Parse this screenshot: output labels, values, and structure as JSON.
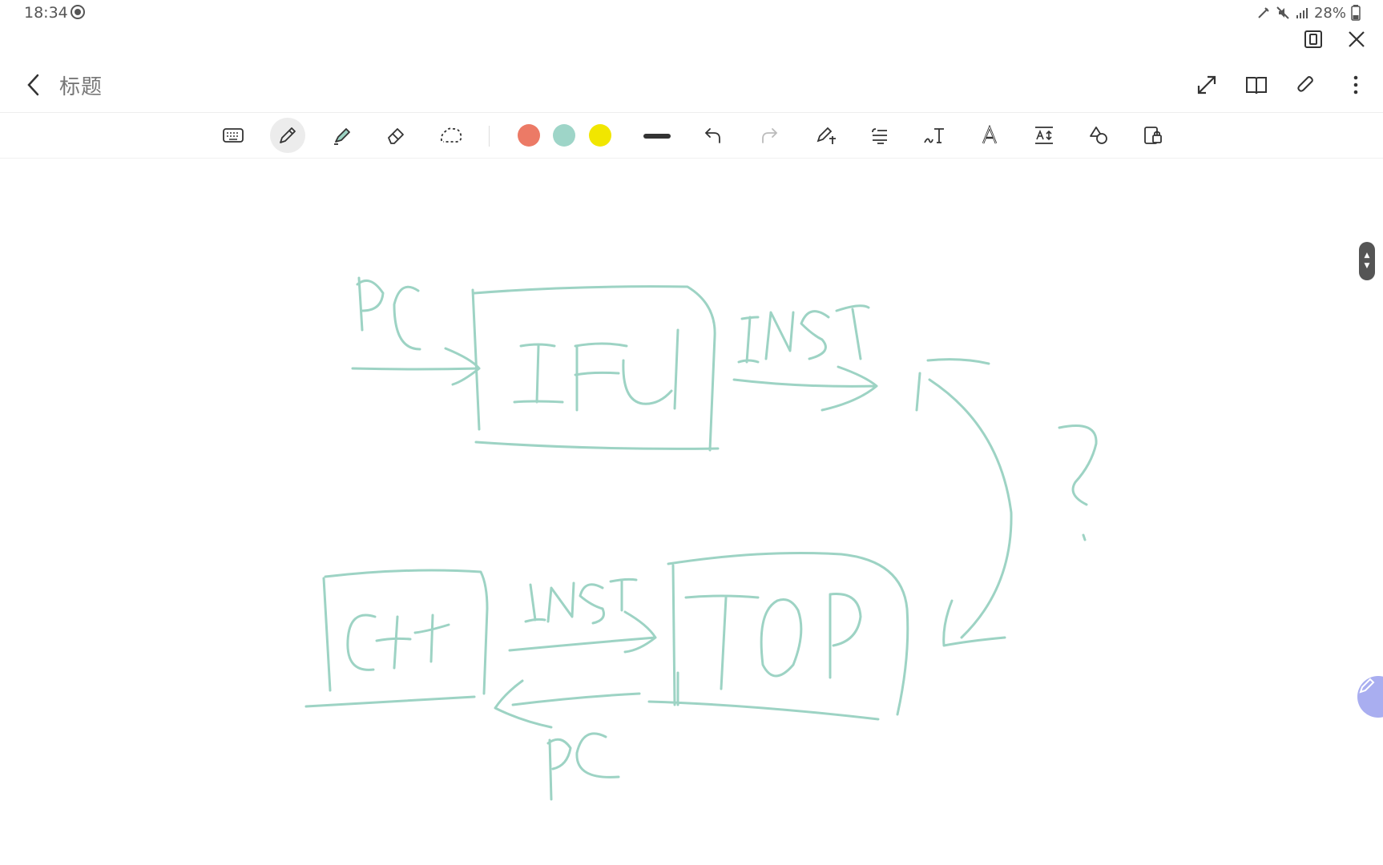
{
  "status_bar": {
    "time": "18:34",
    "battery": "28%",
    "icons": [
      "pen-status-icon",
      "mute-icon",
      "signal-icon",
      "battery-icon"
    ]
  },
  "window_controls": [
    "split-view-icon",
    "close-icon"
  ],
  "title_bar": {
    "back_icon": "chevron-left-icon",
    "title": "标题",
    "actions": [
      "expand-icon",
      "book-view-icon",
      "attachment-icon",
      "more-vertical-icon"
    ]
  },
  "toolbar": {
    "tools": [
      "keyboard",
      "pen",
      "highlighter",
      "eraser",
      "lasso-select"
    ],
    "active_tool": "pen",
    "colors": [
      "#ec7a66",
      "#9ed5c8",
      "#f1e600"
    ],
    "actions": [
      "undo",
      "redo",
      "pen-to-text",
      "align-text",
      "handwriting-to-text",
      "text-style",
      "text-spacing",
      "shapes",
      "lock-page"
    ]
  },
  "canvas": {
    "ink_color": "#9dd3c4",
    "handwritten_text": [
      "PC",
      "IFU",
      "INST",
      "?",
      "C++",
      "INST",
      "TOP",
      "PC"
    ]
  }
}
